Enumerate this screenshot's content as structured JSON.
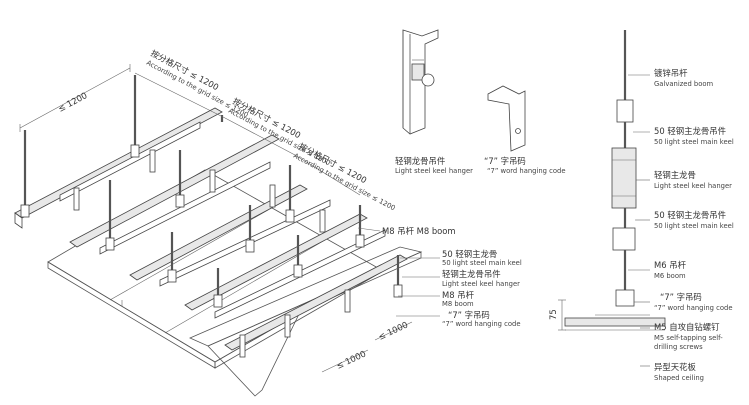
{
  "iso": {
    "grid1_zh": "按分格尺寸 ≤ 1200",
    "grid1_en": "According to the grid size ≤ 1200",
    "grid2_zh": "按分格尺寸 ≤ 1200",
    "grid2_en": "According to the grid size ≤ 1200",
    "grid3_zh": "按分格尺寸 ≤ 1200",
    "grid3_en": "According to the grid size ≤ 1200",
    "dim_left": "≤ 1200",
    "dim_bottom1": "≤ 1000",
    "dim_bottom2": "≤ 1000",
    "m8_boom": "M8 吊杆  M8 boom",
    "main_keel_zh": "50 轻钢主龙骨",
    "main_keel_en": "50 light steel main keel",
    "keel_hanger_zh": "轻钢主龙骨吊件",
    "keel_hanger_en": "Light steel keel hanger",
    "boom_zh": "M8 吊杆",
    "boom_en": "M8 boom",
    "code_zh": "“7” 字吊码",
    "code_en": "“7” word hanging code"
  },
  "parts": {
    "hanger_zh": "轻钢龙骨吊件",
    "hanger_en": "Light steel keel hanger",
    "code_zh": "“7” 字吊码",
    "code_en": "“7” word hanging code"
  },
  "section": {
    "galv_zh": "镀锌吊杆",
    "galv_en": "Galvanized boom",
    "hanger1_zh": "50 轻钢主龙骨吊件",
    "hanger1_en": "50 light steel main keel",
    "keel_zh": "轻钢主龙骨",
    "keel_en": "Light steel keel hanger",
    "hanger2_zh": "50 轻钢主龙骨吊件",
    "hanger2_en": "50 light steel main keel",
    "m6_zh": "M6 吊杆",
    "m6_en": "M6 boom",
    "code_zh": "“7” 字吊码",
    "code_en": "“7” word hanging code",
    "screw_zh": "M5 自攻自钻螺钉",
    "screw_en1": "M5 self-tapping self-",
    "screw_en2": "drilling screws",
    "ceiling_zh": "异型天花板",
    "ceiling_en": "Shaped ceiling",
    "dim_75": "75"
  }
}
